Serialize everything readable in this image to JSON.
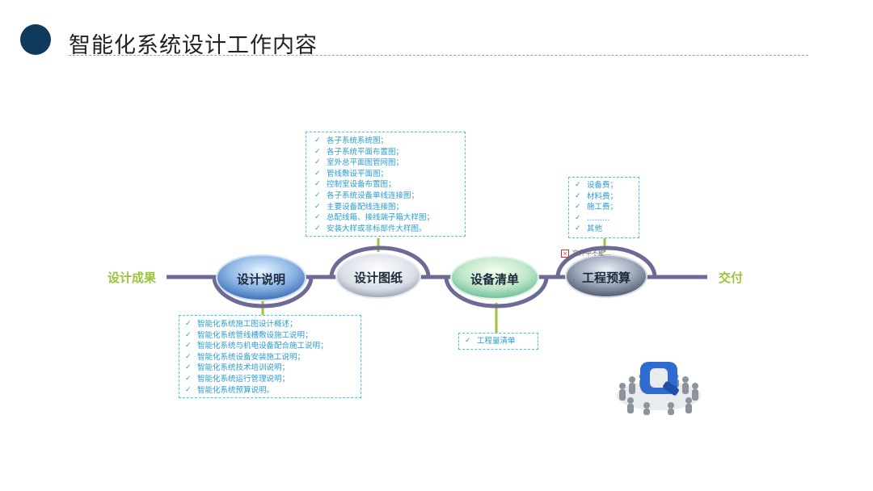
{
  "header": {
    "title": "智能化系统设计工作内容"
  },
  "timeline": {
    "start_label": "设计成果",
    "end_label": "交付",
    "stages": [
      {
        "label": "设计说明"
      },
      {
        "label": "设计图纸"
      },
      {
        "label": "设备清单"
      },
      {
        "label": "工程预算"
      }
    ]
  },
  "boxes": {
    "drawings": [
      "各子系统系统图；",
      "各子系统平面布置图；",
      "室外总平面图管网图；",
      "管线敷设平面图；",
      "控制室设备布置图；",
      "各子系统设备单线连接图；",
      "主要设备配线连接图；",
      "总配线箱、接线端子箱大样图；",
      "安装大样或非标部件大样图。"
    ],
    "description": [
      "智能化系统施工图设计概述；",
      "智能化系统管线槽敷设施工说明；",
      "智能化系统与机电设备配合施工说明；",
      "智能化系统设备安装施工说明；",
      "智能化系统技术培训说明；",
      "智能化系统运行管理说明；",
      "智能化系统预算说明。"
    ],
    "equipment": [
      "工程量清单"
    ],
    "budget": [
      "设备费；",
      "材料费；",
      "施工费；",
      "………",
      "其他"
    ]
  },
  "broken_image": {
    "alt": "文件中不能…"
  },
  "colors": {
    "accent_green": "#9bc43a",
    "timeline": "#6e6a96",
    "box_border": "#4ac6dc",
    "text_blue": "#2a9cd0",
    "title_dot": "#0f3a5c"
  }
}
